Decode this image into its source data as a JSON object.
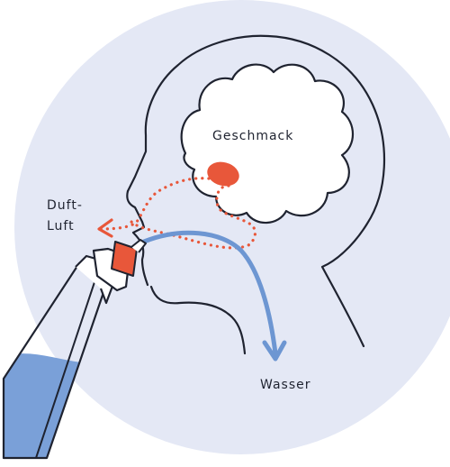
{
  "labels": {
    "taste": "Geschmack",
    "scent_line1": "Duft-",
    "scent_line2": "Luft",
    "water": "Wasser"
  },
  "colors": {
    "background_circle": "#e4e8f5",
    "outline": "#1f2330",
    "accent_red": "#e8573a",
    "water_blue": "#6d96d2",
    "bottle_water": "#7aa0d8"
  },
  "icons": [
    "head-silhouette",
    "brain",
    "taste-spot",
    "nasal-spray-bottle",
    "water-arrow",
    "air-arrow"
  ]
}
